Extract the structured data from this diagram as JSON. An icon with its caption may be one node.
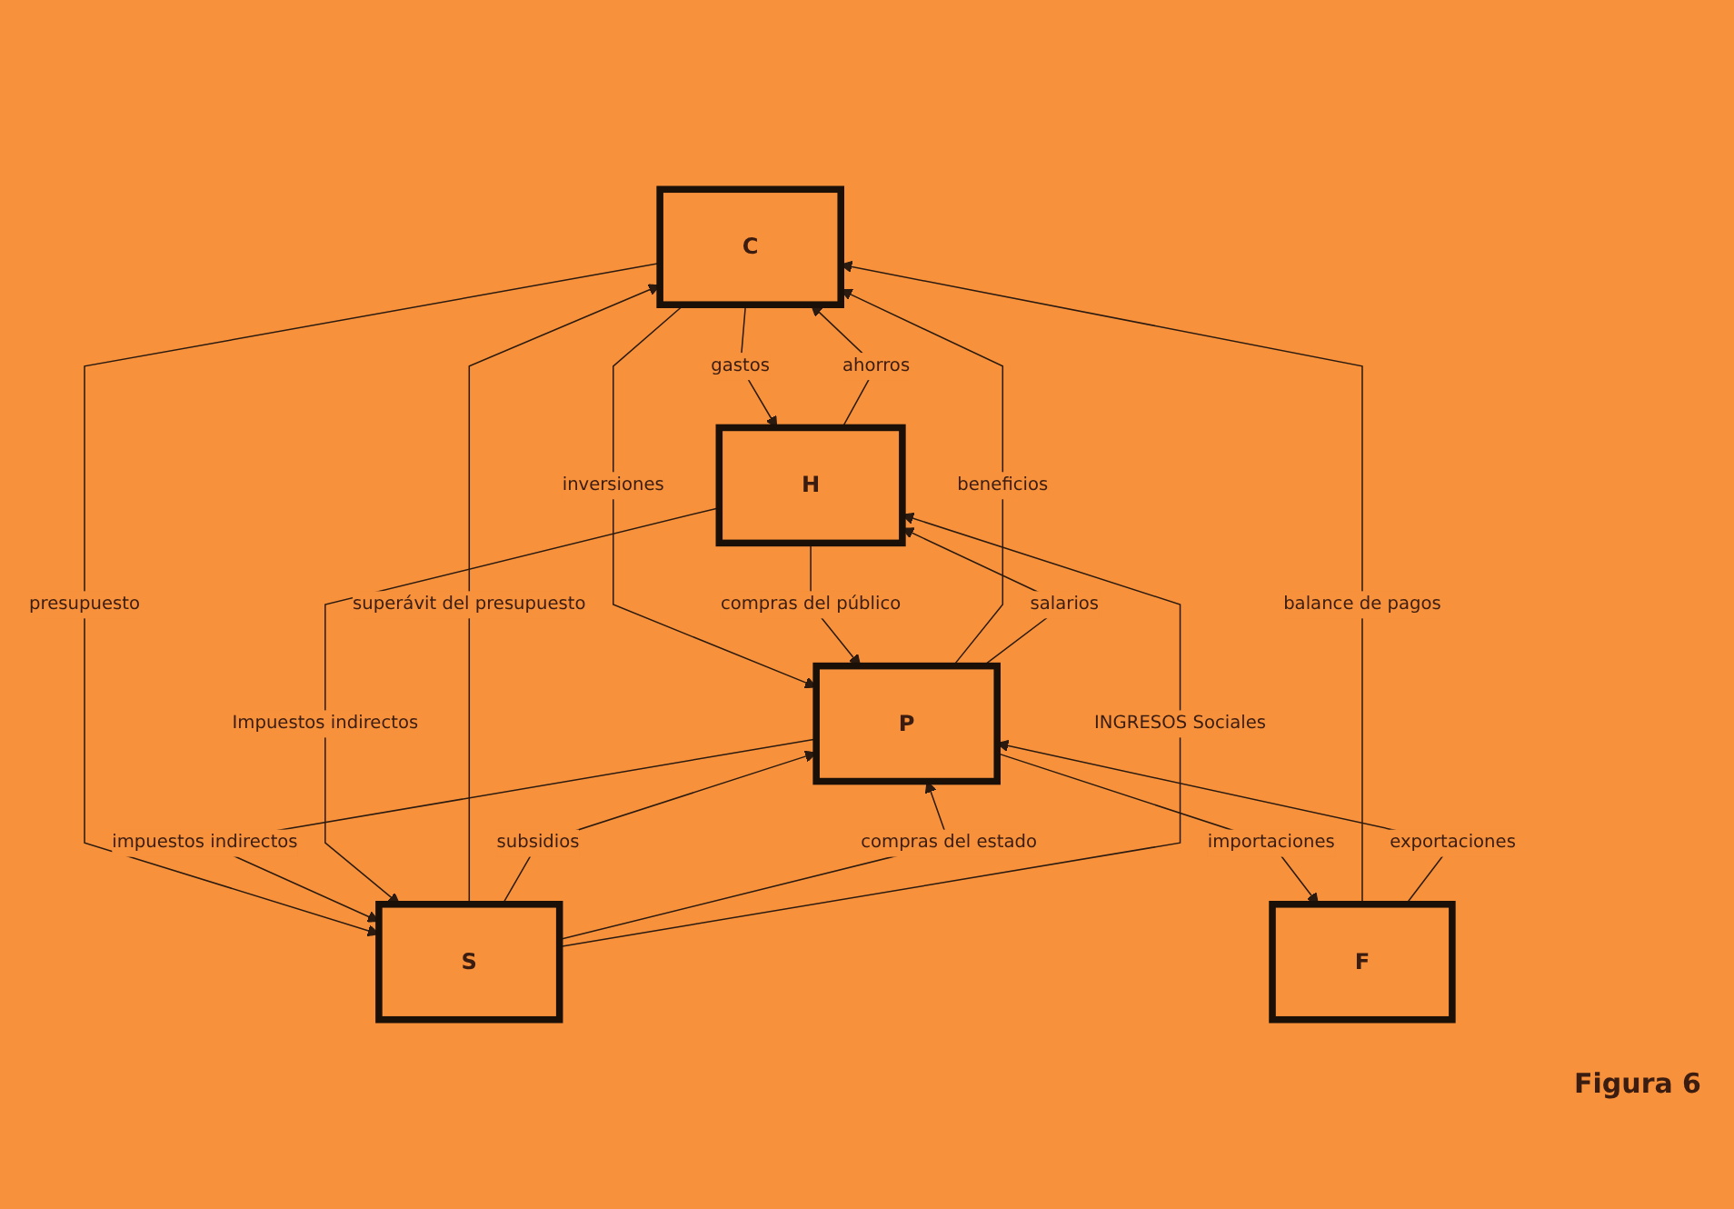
{
  "diagram": {
    "nodes": [
      {
        "text": [
          "C"
        ]
      },
      {
        "text": [
          "H"
        ]
      },
      {
        "text": [
          "P"
        ]
      },
      {
        "text": [
          "S"
        ]
      },
      {
        "text": [
          "F"
        ]
      }
    ],
    "edges": [
      {
        "from": 1,
        "to": 0,
        "arrow": "to",
        "label": "ahorros"
      },
      {
        "from": 0,
        "to": 1,
        "arrow": "to",
        "label": "gastos"
      },
      {
        "from": 3,
        "to": 0,
        "arrow": "to",
        "label": "superávit del presupuesto"
      },
      {
        "from": 0,
        "to": 3,
        "arrow": "to",
        "label": "presupuesto"
      },
      {
        "from": 4,
        "to": 0,
        "arrow": "to",
        "label": "balance de pagos"
      },
      {
        "from": 2,
        "to": 0,
        "arrow": "to",
        "label": "beneficios"
      },
      {
        "from": 0,
        "to": 2,
        "arrow": "to",
        "label": "inversiones"
      },
      {
        "from": 2,
        "to": 1,
        "arrow": "to",
        "label": "salarios"
      },
      {
        "from": 1,
        "to": 2,
        "arrow": "to",
        "label": "compras del público"
      },
      {
        "from": 2,
        "to": 3,
        "arrow": "to",
        "label": "impuestos indirectos"
      },
      {
        "from": 3,
        "to": 2,
        "arrow": "to",
        "label": "subsidios"
      },
      {
        "from": 3,
        "to": 2,
        "arrow": "to",
        "label": "compras del estado"
      },
      {
        "from": 2,
        "to": 4,
        "arrow": "to",
        "label": "importaciones"
      },
      {
        "from": 4,
        "to": 2,
        "arrow": "to",
        "label": "exportaciones"
      },
      {
        "from": 3,
        "to": 1,
        "arrow": "to",
        "label": "INGRESOS Sociales"
      },
      {
        "from": 1,
        "to": 3,
        "arrow": "to",
        "label": "Impuestos indirectos"
      }
    ],
    "labels": [
      "Figura 6"
    ]
  }
}
